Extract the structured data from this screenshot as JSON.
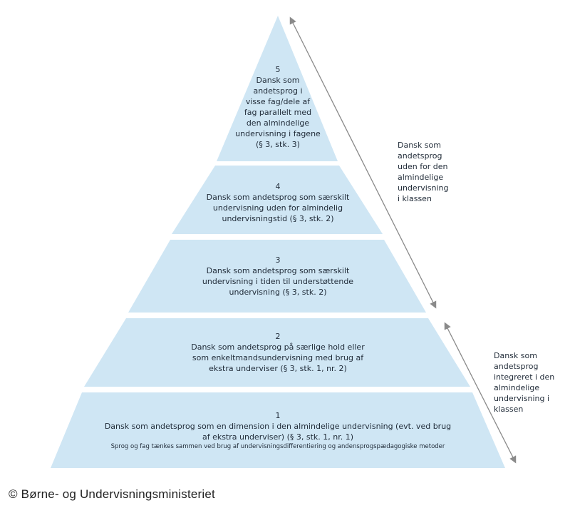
{
  "colors": {
    "tier_fill": "#cfe6f4",
    "arrow": "#8a8a8a",
    "text": "#1f2a37"
  },
  "tiers": [
    {
      "number": "5",
      "lines": [
        "Dansk som",
        "andetsprog i",
        "visse fag/dele af",
        "fag parallelt med",
        "den almindelige",
        "undervisning i fagene",
        "(§ 3, stk. 3)"
      ]
    },
    {
      "number": "4",
      "lines": [
        "Dansk som andetsprog som særskilt",
        "undervisning uden for almindelig",
        "undervisningstid (§ 3, stk. 2)"
      ]
    },
    {
      "number": "3",
      "lines": [
        "Dansk som andetsprog som særskilt",
        "undervisning i tiden til understøttende",
        "undervisning (§ 3, stk. 2)"
      ]
    },
    {
      "number": "2",
      "lines": [
        "Dansk som andetsprog på særlige hold eller",
        "som enkeltmandsundervisning med brug af",
        "ekstra underviser (§ 3, stk. 1, nr. 2)"
      ]
    },
    {
      "number": "1",
      "lines": [
        "Dansk som andetsprog som en dimension i den almindelige undervisning (evt. ved brug",
        "af ekstra underviser) (§ 3, stk. 1, nr. 1)"
      ],
      "note": "Sprog og fag tænkes sammen ved brug af undervisningsdifferentiering og andensprogspædagogiske metoder"
    }
  ],
  "side_labels": {
    "upper": [
      "Dansk som",
      "andetsprog",
      "uden for den",
      "almindelige",
      "undervisning",
      "i klassen"
    ],
    "lower": [
      "Dansk som",
      "andetsprog",
      "integreret i den",
      "almindelige",
      "undervisning i",
      "klassen"
    ]
  },
  "copyright": "© Børne- og Undervisningsministeriet"
}
